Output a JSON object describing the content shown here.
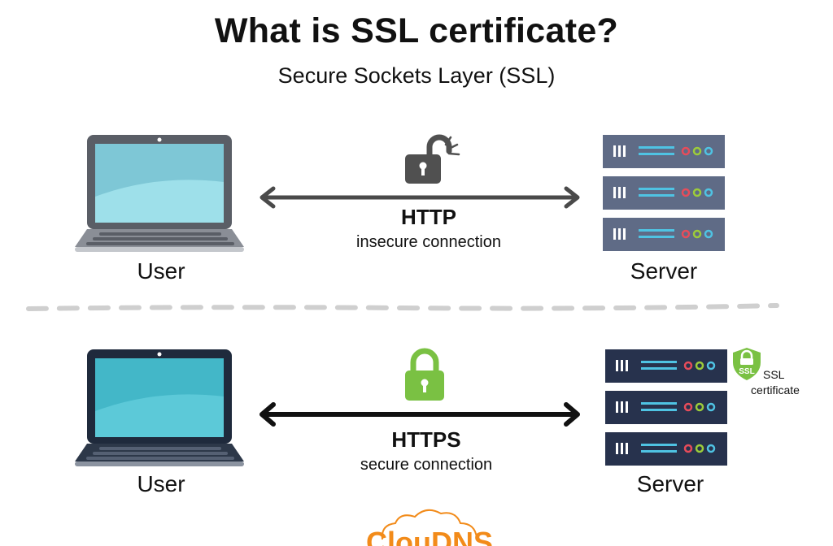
{
  "title": "What is SSL certificate?",
  "subtitle": "Secure Sockets Layer (SSL)",
  "top": {
    "user_label": "User",
    "server_label": "Server",
    "protocol": "HTTP",
    "description": "insecure connection",
    "lock_state": "open",
    "lock_icon": "unlocked-padlock-icon",
    "lock_color": "#505050",
    "arrow_color": "#4a4a4a",
    "server_color": "#5f6b86"
  },
  "bottom": {
    "user_label": "User",
    "server_label": "Server",
    "protocol": "HTTPS",
    "description": "secure connection",
    "lock_state": "closed",
    "lock_icon": "locked-padlock-icon",
    "lock_color": "#7ac143",
    "arrow_color": "#111111",
    "server_color": "#27324d",
    "badge": {
      "icon": "ssl-shield-icon",
      "label": "SSL",
      "line1": "SSL",
      "line2": "certificate"
    }
  },
  "logo": {
    "text": "ClouDNS",
    "color": "#f28b1a"
  },
  "colors": {
    "divider": "#cfcfcf",
    "screen_light": "#8fdbe6",
    "screen_dark": "#43b7c8",
    "led_red": "#e74c5a",
    "led_green": "#9ccc3a",
    "led_blue": "#4fc3e3"
  }
}
